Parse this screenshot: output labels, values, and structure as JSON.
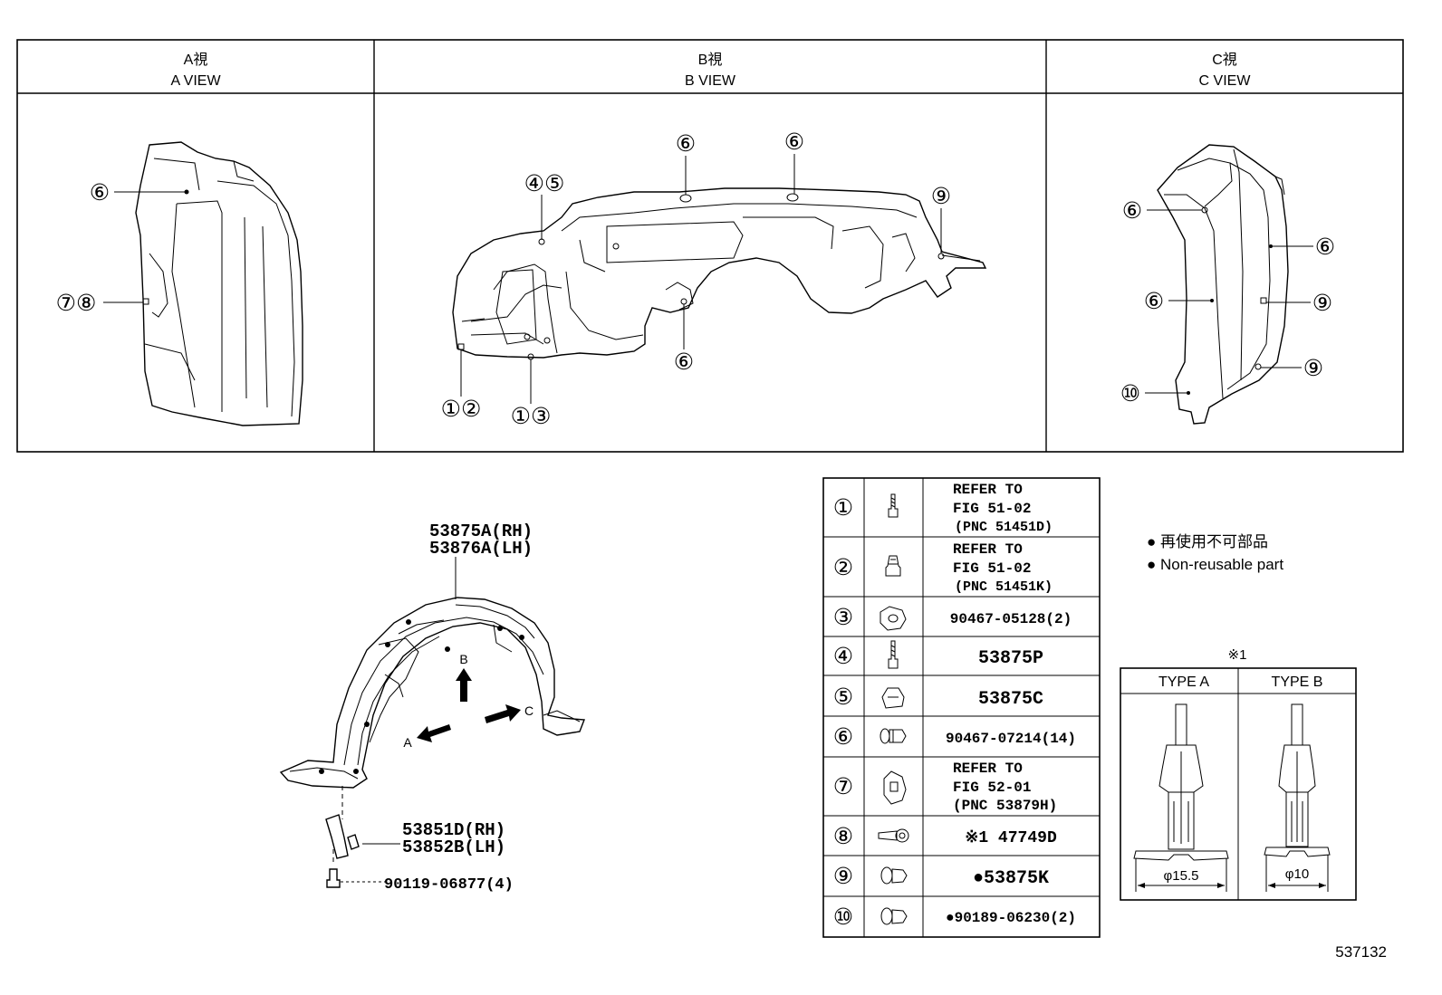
{
  "views": [
    {
      "jp": "A視",
      "en": "A VIEW"
    },
    {
      "jp": "B視",
      "en": "B VIEW"
    },
    {
      "jp": "C視",
      "en": "C VIEW"
    }
  ],
  "callouts": {
    "a": [
      "⑥",
      "⑦⑧"
    ],
    "b": [
      "④⑤",
      "⑥",
      "⑥",
      "⑨",
      "⑥",
      "①②",
      "①③"
    ],
    "c": [
      "⑥",
      "⑥",
      "⑥",
      "⑨",
      "⑨",
      "⑩"
    ]
  },
  "main_parts": {
    "liner_rh": "53875A(RH)",
    "liner_lh": "53876A(LH)",
    "arrow_a": "A",
    "arrow_b": "B",
    "arrow_c": "C",
    "bracket_rh": "53851D(RH)",
    "bracket_lh": "53852B(LH)",
    "bolt": "90119-06877(4)"
  },
  "parts_table": [
    {
      "no": "①",
      "icon": "bolt-icon",
      "lines": [
        "REFER TO",
        "FIG 51-02",
        "(PNC 51451D)"
      ]
    },
    {
      "no": "②",
      "icon": "nut-icon",
      "lines": [
        "REFER TO",
        "FIG 51-02",
        "(PNC 51451K)"
      ]
    },
    {
      "no": "③",
      "icon": "clip-nut-icon",
      "lines": [
        "90467-05128(2)"
      ]
    },
    {
      "no": "④",
      "icon": "screw-icon",
      "lines": [
        "53875P"
      ]
    },
    {
      "no": "⑤",
      "icon": "clip-icon",
      "lines": [
        "53875C"
      ]
    },
    {
      "no": "⑥",
      "icon": "push-clip-icon",
      "lines": [
        "90467-07214(14)"
      ]
    },
    {
      "no": "⑦",
      "icon": "retainer-icon",
      "lines": [
        "REFER TO",
        "FIG 52-01",
        "(PNC 53879H)"
      ]
    },
    {
      "no": "⑧",
      "icon": "rivet-icon",
      "lines": [
        "※1 47749D"
      ]
    },
    {
      "no": "⑨",
      "icon": "grommet-icon",
      "lines": [
        "●53875K"
      ]
    },
    {
      "no": "⑩",
      "icon": "grommet-icon",
      "lines": [
        "●90189-06230(2)"
      ]
    }
  ],
  "legend": {
    "jp": "● 再使用不可部品",
    "en": "● Non-reusable part"
  },
  "type_table": {
    "note": "※1",
    "type_a": "TYPE A",
    "type_b": "TYPE B",
    "dim_a": "φ15.5",
    "dim_b": "φ10"
  },
  "figure_number": "537132"
}
